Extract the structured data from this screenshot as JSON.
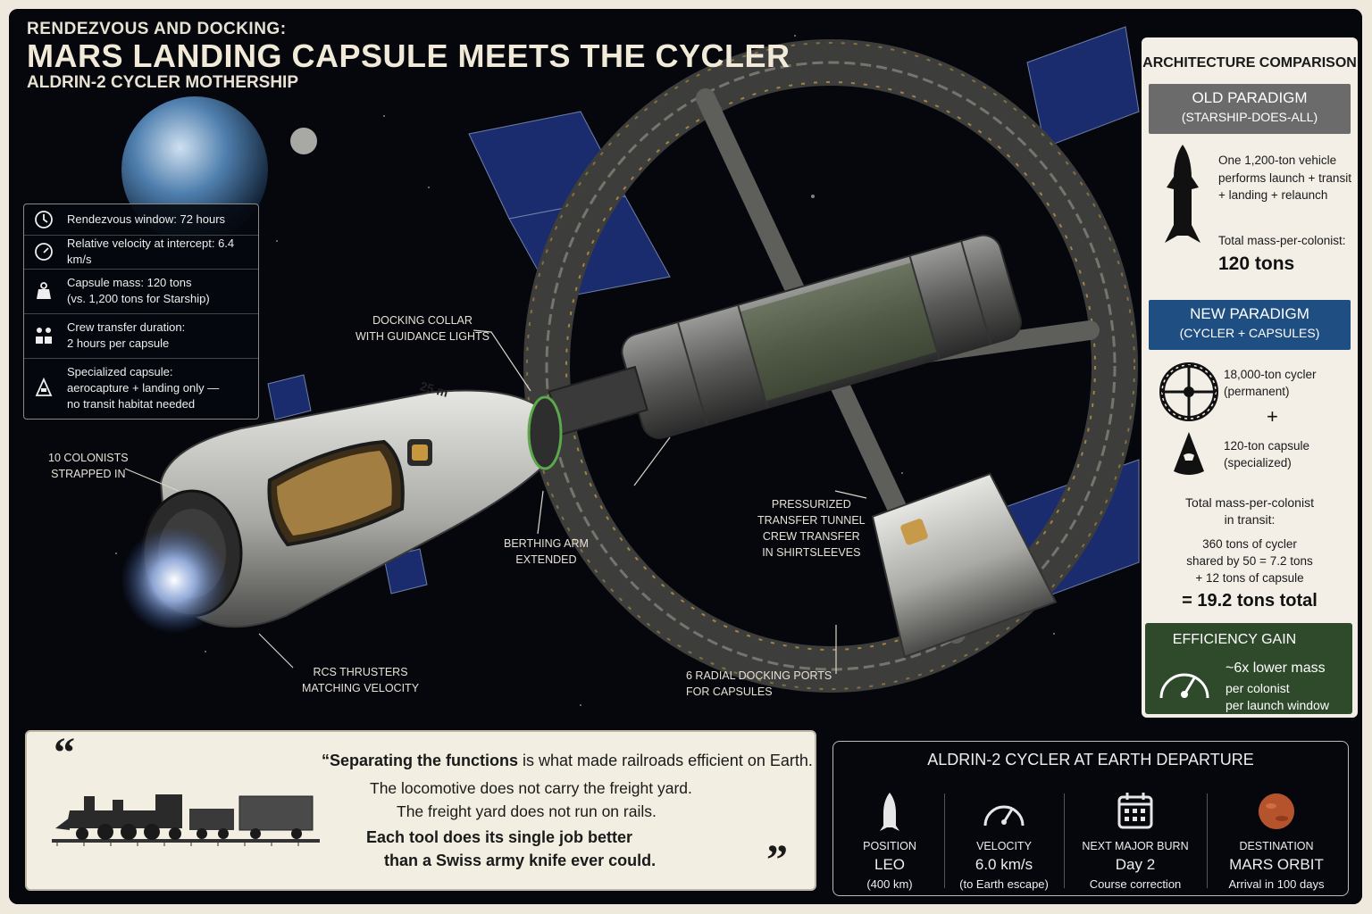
{
  "header": {
    "subtitle": "RENDEZVOUS AND DOCKING:",
    "title": "MARS LANDING CAPSULE MEETS THE CYCLER",
    "ship_name": "ALDRIN-2 CYCLER MOTHERSHIP"
  },
  "stats": [
    {
      "icon": "clock-icon",
      "text": "Rendezvous window: 72 hours"
    },
    {
      "icon": "gauge-icon",
      "text": "Relative velocity at intercept: 6.4 km/s"
    },
    {
      "icon": "weight-icon",
      "text": "Capsule mass: 120 tons\n(vs. 1,200 tons for Starship)"
    },
    {
      "icon": "crew-icon",
      "text": "Crew transfer duration:\n2 hours per capsule"
    },
    {
      "icon": "capsule-icon",
      "text": "Specialized capsule:\naerocapture + landing only —\nno transit habitat needed"
    }
  ],
  "callouts": {
    "docking_collar": "DOCKING COLLAR\nWITH GUIDANCE LIGHTS",
    "colonists": "10 COLONISTS\nSTRAPPED IN",
    "berthing_arm": "BERTHING ARM\nEXTENDED",
    "rcs": "RCS THRUSTERS\nMATCHING VELOCITY",
    "tunnel": "PRESSURIZED\nTRANSFER TUNNEL\nCREW TRANSFER\nIN SHIRTSLEEVES",
    "ports": "6 RADIAL DOCKING PORTS\nFOR CAPSULES",
    "capsule_marking": "25 m"
  },
  "comparison": {
    "title": "ARCHITECTURE COMPARISON",
    "old": {
      "title": "OLD PARADIGM",
      "subtitle": "(STARSHIP-DOES-ALL)",
      "description": "One 1,200-ton vehicle performs launch + transit + landing + relaunch",
      "mass_label": "Total mass-per-colonist:",
      "mass_value": "120 tons"
    },
    "new": {
      "title": "NEW PARADIGM",
      "subtitle": "(CYCLER + CAPSULES)",
      "cycler": "18,000-ton cycler\n(permanent)",
      "plus": "+",
      "capsule": "120-ton capsule\n(specialized)",
      "transit_label": "Total mass-per-colonist\nin transit:",
      "calculation": "360 tons of cycler\nshared by 50 = 7.2 tons\n+ 12 tons of capsule",
      "total": "= 19.2 tons total"
    },
    "efficiency": {
      "title": "EFFICIENCY GAIN",
      "headline": "~6x lower mass",
      "detail": "per colonist\nper launch window"
    }
  },
  "quote": {
    "open_mark": "“",
    "close_mark": "”",
    "line1_bold": "“Separating the functions",
    "line1_rest": " is what made railroads efficient on Earth.",
    "line2": "The locomotive does not carry the freight yard.",
    "line3": "The freight yard does not run on rails.",
    "line4": "Each tool does its single job better",
    "line5": "than a Swiss army knife ever could."
  },
  "departure": {
    "title": "ALDRIN-2 CYCLER AT EARTH DEPARTURE",
    "items": [
      {
        "icon": "rocket-icon",
        "label": "POSITION",
        "value": "LEO",
        "sub": "(400 km)"
      },
      {
        "icon": "speedometer-icon",
        "label": "VELOCITY",
        "value": "6.0 km/s",
        "sub": "(to Earth escape)"
      },
      {
        "icon": "calendar-icon",
        "label": "NEXT MAJOR BURN",
        "value": "Day 2",
        "sub": "Course correction"
      },
      {
        "icon": "mars-icon",
        "label": "DESTINATION",
        "value": "MARS ORBIT",
        "sub": "Arrival in 100 days"
      }
    ]
  },
  "colors": {
    "background": "#05070c",
    "panel": "#f3efe6",
    "old_paradigm": "#6b6b6b",
    "new_paradigm": "#1f4f82",
    "efficiency": "#2e4a2a"
  }
}
